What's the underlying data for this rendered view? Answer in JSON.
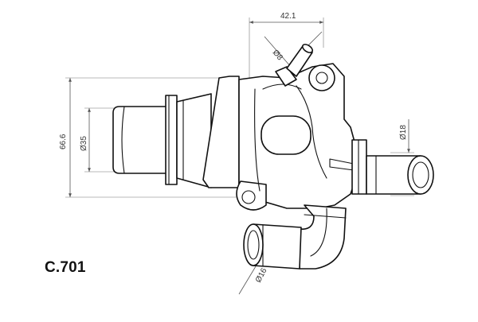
{
  "part_code": "C.701",
  "dimensions": {
    "width_overall": "42.1",
    "height_overall": "66.6",
    "inlet_diameter": "Ø35",
    "outlet_right_diameter": "Ø18",
    "outlet_bottom_diameter": "Ø16",
    "nipple_diameter": "Ø8"
  },
  "colors": {
    "line": "#111111",
    "dimension": "#555555",
    "background": "#ffffff"
  }
}
